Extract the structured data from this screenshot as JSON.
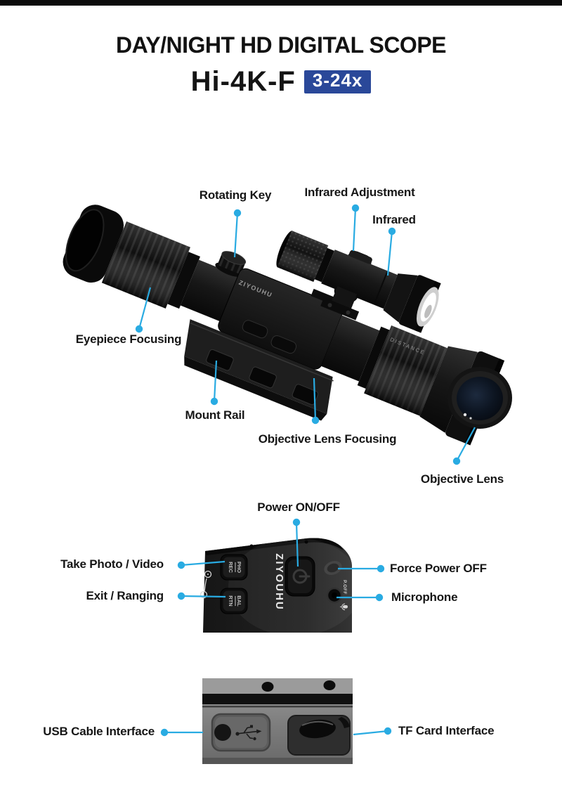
{
  "header": {
    "title": "DAY/NIGHT HD DIGITAL SCOPE",
    "model": "Hi-4K-F",
    "magnification_badge": "3-24x"
  },
  "colors": {
    "accent_cyan": "#29ABE2",
    "badge_blue": "#2A4899"
  },
  "scope_diagram": {
    "labels": [
      {
        "id": "rotating-key",
        "text": "Rotating Key"
      },
      {
        "id": "infrared-adjustment",
        "text": "Infrared Adjustment"
      },
      {
        "id": "infrared",
        "text": "Infrared"
      },
      {
        "id": "eyepiece-focusing",
        "text": "Eyepiece Focusing"
      },
      {
        "id": "mount-rail",
        "text": "Mount Rail"
      },
      {
        "id": "objective-lens-focusing",
        "text": "Objective Lens Focusing"
      },
      {
        "id": "objective-lens",
        "text": "Objective Lens"
      }
    ],
    "markings": {
      "body_brand": "ZIYOUHU",
      "focus_ring": "DISTANCE"
    }
  },
  "panel_diagram": {
    "labels": [
      {
        "id": "power-on-off",
        "text": "Power ON/OFF"
      },
      {
        "id": "take-photo-video",
        "text": "Take Photo / Video"
      },
      {
        "id": "exit-ranging",
        "text": "Exit / Ranging"
      },
      {
        "id": "force-power-off",
        "text": "Force Power OFF"
      },
      {
        "id": "microphone",
        "text": "Microphone"
      }
    ],
    "markings": {
      "brand": "ZIYOUHU",
      "photo_btn_top": "PHO",
      "photo_btn_bottom": "REC",
      "exit_btn_top": "BAL",
      "exit_btn_bottom": "RTN",
      "power_off_engraving": "P.OFF"
    }
  },
  "ports_diagram": {
    "labels": [
      {
        "id": "usb-cable-interface",
        "text": "USB Cable Interface"
      },
      {
        "id": "tf-card-interface",
        "text": "TF Card Interface"
      }
    ]
  }
}
